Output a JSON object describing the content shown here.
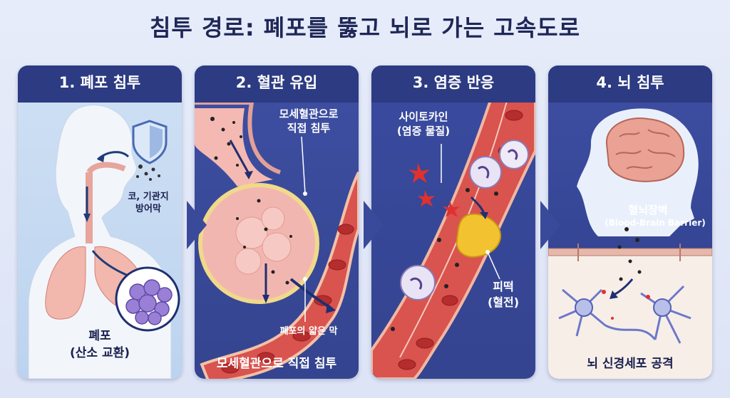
{
  "title": "침투 경로: 폐포를 뚫고 뇌로 가는 고속도로",
  "panels": [
    {
      "step": "1. 폐포 침투",
      "label_nose": "코, 기관지\n방어막",
      "label_bottom": "폐포\n(산소 교환)"
    },
    {
      "step": "2. 혈관 유입",
      "label_top": "모세혈관으로\n직접 침투",
      "label_membrane": "폐포의 얇은 막",
      "label_bottom": "모세혈관으로 직접 침투"
    },
    {
      "step": "3. 염증 반응",
      "label_cytokine": "사이토카인\n(염증 물질)",
      "label_clot": "피떡\n(혈전)"
    },
    {
      "step": "4. 뇌 침투",
      "label_bbb_ko": "혈뇌장벽",
      "label_bbb_en": "(Blood-Brain Barrier)",
      "label_bottom": "뇌 신경세포 공격"
    }
  ],
  "colors": {
    "header": "#2c3b82",
    "accent_blue": "#3a4a9a",
    "vessel": "#d9534f",
    "clot": "#f2c230"
  }
}
